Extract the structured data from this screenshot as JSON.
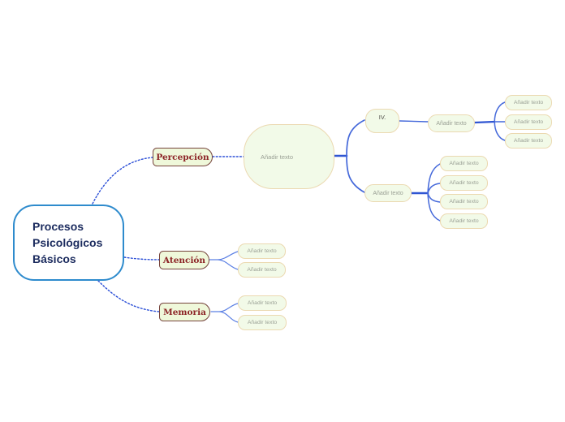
{
  "canvas": {
    "background_color": "#ffffff"
  },
  "palette": {
    "root_border": "#2e8bcd",
    "root_text": "#1b2b5e",
    "topic_bg": "#eff8da",
    "topic_border": "#76443c",
    "topic_text": "#8c2326",
    "placeholder_bg": "#f2fae8",
    "placeholder_border": "#ebd9b1",
    "placeholder_text": "#9aa095",
    "subtopic_text": "#4c4c46",
    "dotted_connector": "#2b4fd7",
    "solid_connector": "#4468da",
    "light_connector": "#5c80e4"
  },
  "root": {
    "label": "Procesos Psicológicos Básicos"
  },
  "branches": {
    "percepcion": {
      "label": "Percepción",
      "floating_topic": {
        "label": "Añadir texto"
      },
      "subtopics": {
        "iv": {
          "label": "IV."
        },
        "iv_child": {
          "label": "Añadir texto"
        },
        "iv_grandchildren": [
          {
            "label": "Añadir texto"
          },
          {
            "label": "Añadir texto"
          },
          {
            "label": "Añadir texto"
          }
        ],
        "lower": {
          "label": "Añadir texto"
        },
        "lower_children": [
          {
            "label": "Añadir texto"
          },
          {
            "label": "Añadir texto"
          },
          {
            "label": "Añadir texto"
          },
          {
            "label": "Añadir texto"
          }
        ]
      }
    },
    "atencion": {
      "label": "Atención",
      "children": [
        {
          "label": "Añadir texto"
        },
        {
          "label": "Añadir texto"
        }
      ]
    },
    "memoria": {
      "label": "Memoria",
      "children": [
        {
          "label": "Añadir texto"
        },
        {
          "label": "Añadir texto"
        }
      ]
    }
  }
}
